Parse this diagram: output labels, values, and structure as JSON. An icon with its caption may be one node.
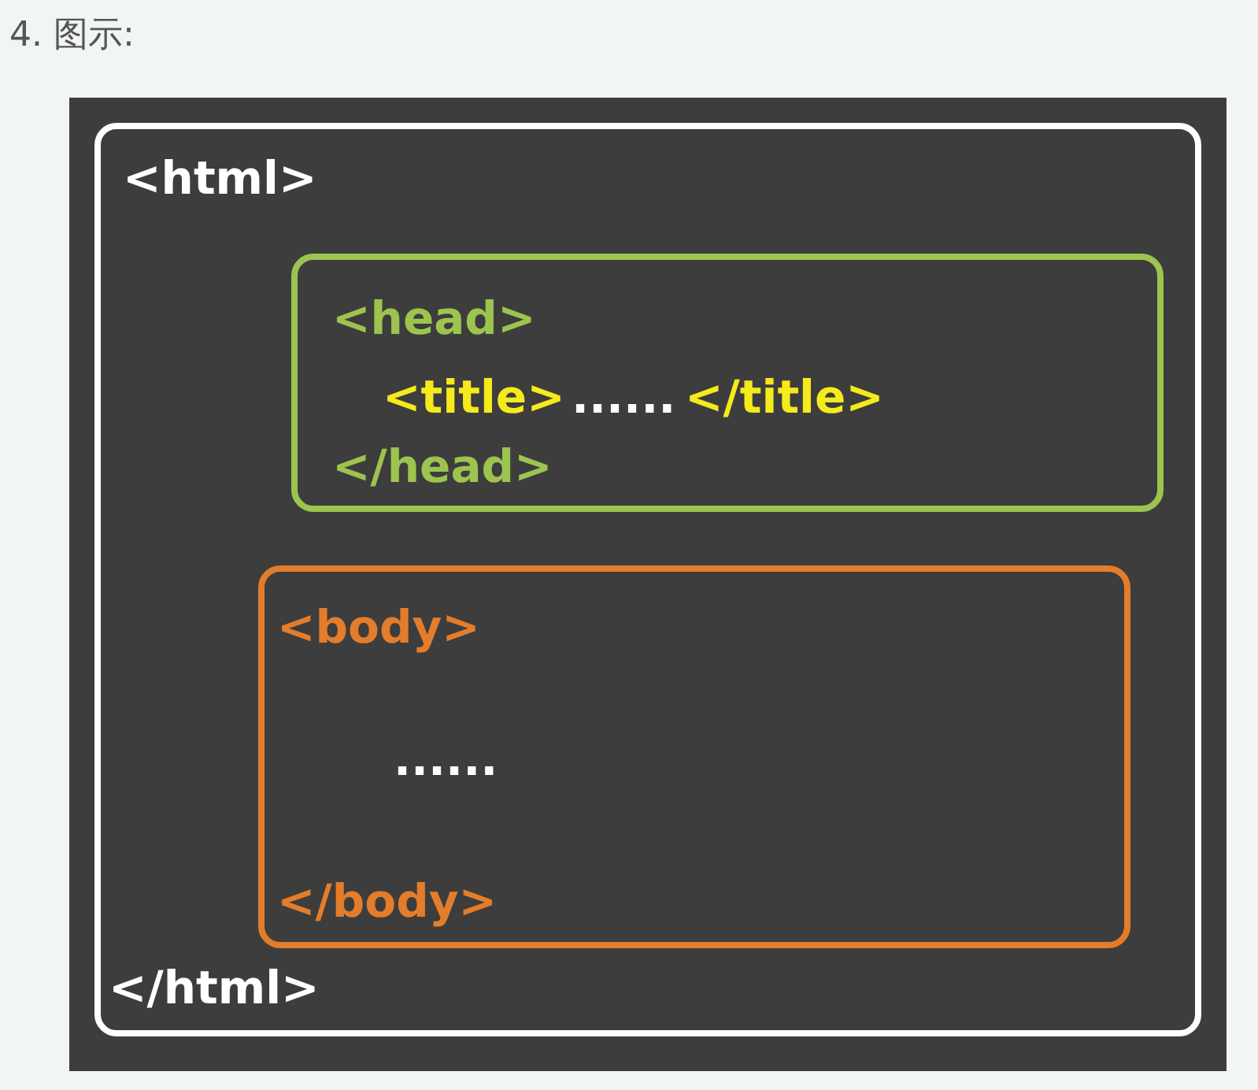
{
  "diagram": {
    "title": "4. 图示:",
    "nodes": [
      {
        "text": [
          "<html>",
          "</html>"
        ]
      },
      {
        "text": [
          "<head>",
          "<title>",
          "......",
          "</title>",
          "</head>"
        ],
        "in": 0
      },
      {
        "text": [
          "<body>",
          "......",
          "</body>"
        ],
        "in": 0
      }
    ]
  }
}
